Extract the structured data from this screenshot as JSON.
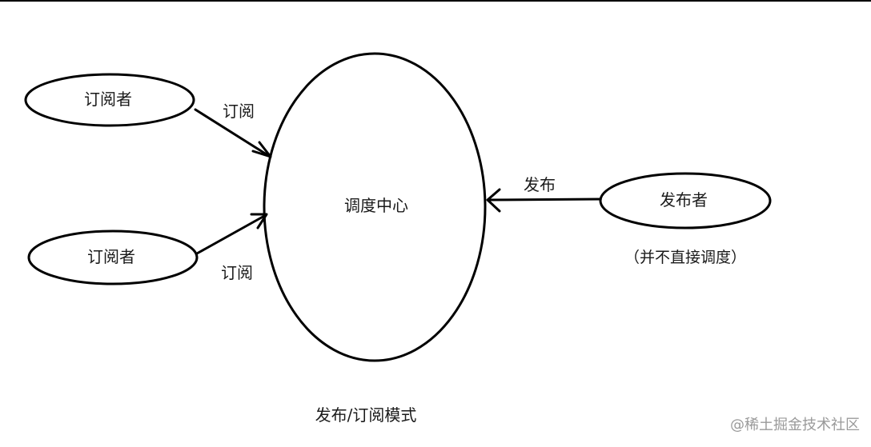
{
  "diagram": {
    "center": {
      "label": "调度中心"
    },
    "subscriber_top": {
      "label": "订阅者"
    },
    "subscriber_bottom": {
      "label": "订阅者"
    },
    "publisher": {
      "label": "发布者",
      "note": "（并不直接调度）"
    },
    "edges": {
      "subscribe_top": {
        "label": "订阅"
      },
      "subscribe_bottom": {
        "label": "订阅"
      },
      "publish": {
        "label": "发布"
      }
    },
    "caption": "发布/订阅模式"
  },
  "watermark": "@稀土掘金技术社区",
  "colors": {
    "stroke": "#000000",
    "text": "#1a1a1a",
    "watermark": "#9a9a9a",
    "background": "#ffffff"
  }
}
